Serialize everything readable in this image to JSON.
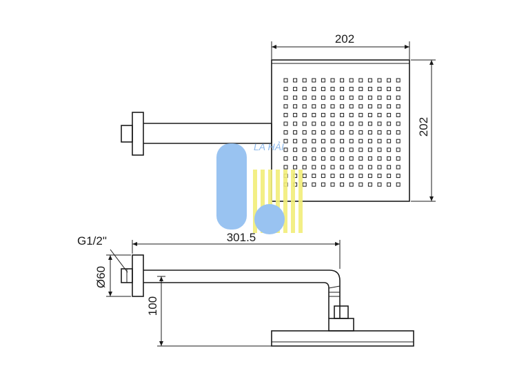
{
  "dimensions": {
    "head_width": "202",
    "head_height": "202",
    "arm_length": "301.5",
    "connection": "G1/2\"",
    "flange_diameter": "Ø60",
    "drop_height": "100"
  },
  "watermark": {
    "text": "LA HẢI",
    "colors": {
      "blue": "#8fbdf0",
      "yellow": "#f2ee7a"
    }
  },
  "nozzle_grid": {
    "rows": 13,
    "cols": 13
  }
}
